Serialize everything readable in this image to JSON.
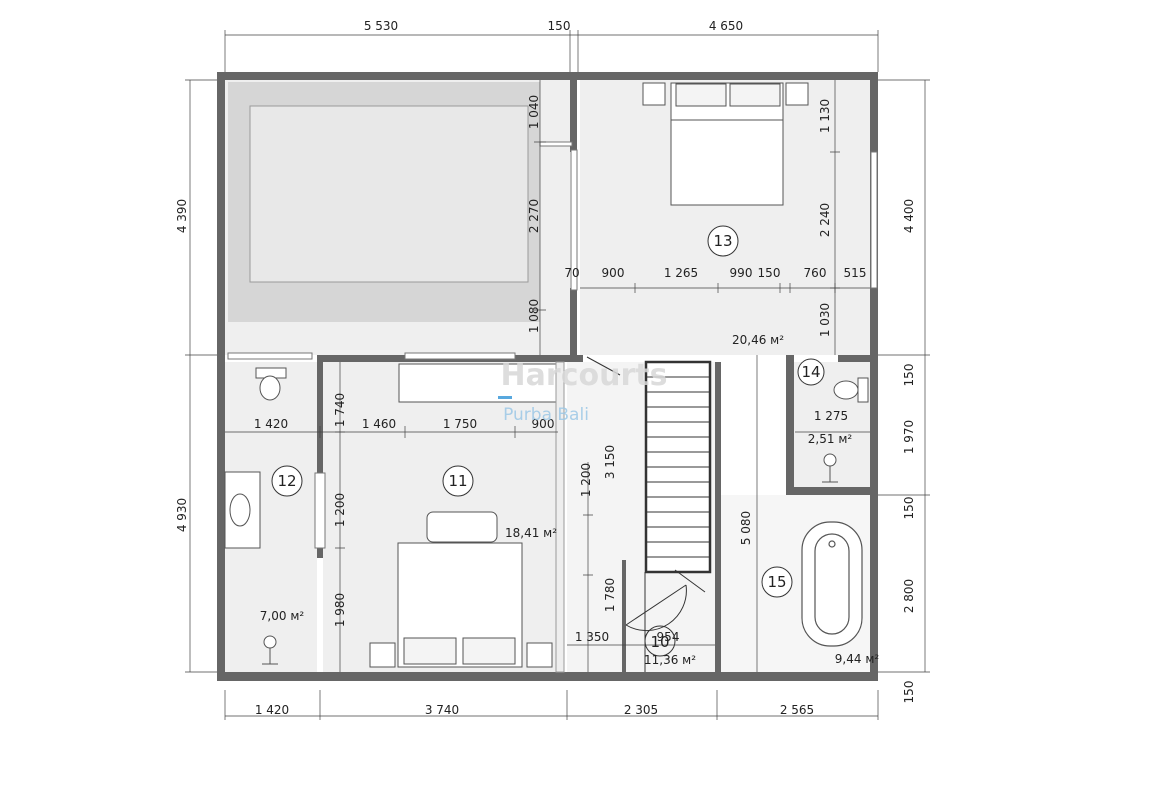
{
  "dims": {
    "top": [
      "5 530",
      "150",
      "4 650"
    ],
    "bottom": [
      "1 420",
      "3 740",
      "2 305",
      "2 565",
      "150"
    ],
    "left": [
      "4 390",
      "4 930"
    ],
    "right": [
      "4 400",
      "150",
      "1 970",
      "150",
      "2 800"
    ],
    "pool": [
      "1 040",
      "2 270",
      "1 080"
    ],
    "bedroom13_row": [
      "70",
      "900",
      "1 265",
      "990",
      "150",
      "760",
      "515"
    ],
    "bedroom13_right": [
      "1 130",
      "2 240",
      "1 030"
    ],
    "hall_row": [
      "1 420",
      "1 740",
      "1 460",
      "1 750",
      "900"
    ],
    "bedroom11_left": [
      "1 200",
      "1 980"
    ],
    "bedroom11_right": [
      "1 200",
      "3 150",
      "1 780"
    ],
    "stair": [
      "1 350",
      "954"
    ],
    "wc": [
      "1 275"
    ],
    "center": [
      "5 080"
    ]
  },
  "rooms": [
    {
      "num": "13",
      "area": "20,46 м²"
    },
    {
      "num": "14",
      "area": "2,51 м²"
    },
    {
      "num": "12",
      "area": "7,00 м²"
    },
    {
      "num": "11",
      "area": "18,41 м²"
    },
    {
      "num": "10",
      "area": "11,36 м²"
    },
    {
      "num": "15",
      "area": "9,44 м²"
    }
  ],
  "watermark": {
    "brand": "Harcourts",
    "sub": "Purba Bali"
  },
  "colors": {
    "wall": "#666666",
    "floor": "#efefef",
    "pool": "#d8d8d8",
    "line": "#333333"
  }
}
